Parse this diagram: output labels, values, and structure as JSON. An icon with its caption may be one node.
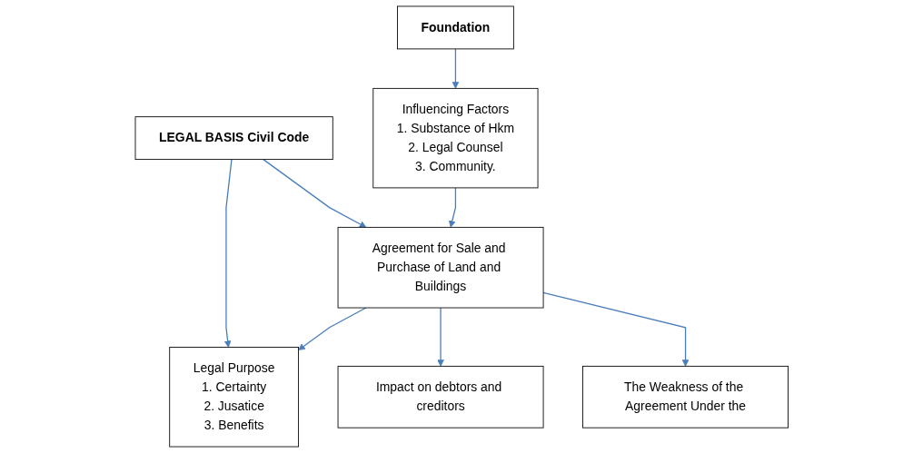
{
  "diagram": {
    "nodes": [
      {
        "text": [
          "LEGAL BASIS Civil Code"
        ]
      },
      {
        "text": [
          "Foundation"
        ]
      },
      {
        "text": [
          "Influencing Factors",
          "1. Substance of Hkm",
          "2. Legal Counsel",
          "3. Community."
        ]
      },
      {
        "text": [
          "Agreement for Sale and Purchase of Land and Buildings"
        ]
      },
      {
        "text": [
          "Legal Purpose",
          "1. Certainty",
          "2. Jusatice",
          "3. Benefits"
        ]
      },
      {
        "text": [
          "Impact on debtors and creditors"
        ]
      },
      {
        "text": [
          "The Weakness of the Agreement Under the"
        ]
      }
    ],
    "edges": [
      {
        "from": 0,
        "to": 3,
        "arrow": "to"
      },
      {
        "from": 0,
        "to": 4,
        "arrow": "to"
      },
      {
        "from": 1,
        "to": 2,
        "arrow": "to"
      },
      {
        "from": 2,
        "to": 3,
        "arrow": "to"
      },
      {
        "from": 3,
        "to": 4,
        "arrow": "to"
      },
      {
        "from": 3,
        "to": 5,
        "arrow": "to"
      },
      {
        "from": 3,
        "to": 6,
        "arrow": "to"
      }
    ]
  }
}
